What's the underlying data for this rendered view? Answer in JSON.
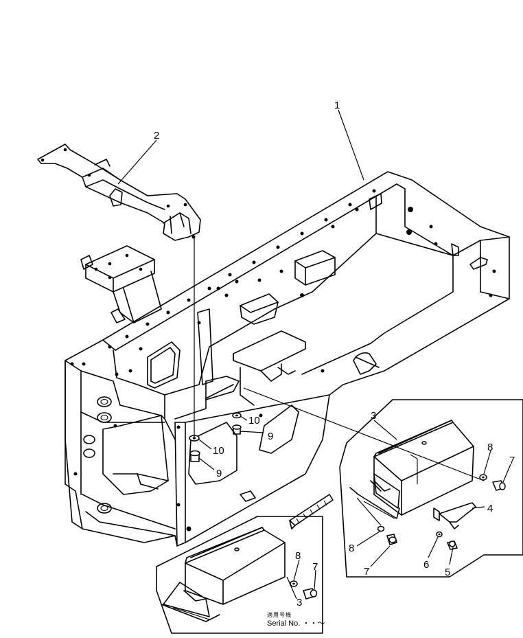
{
  "callouts": {
    "c1": "1",
    "c2": "2",
    "c3a": "3",
    "c3b": "3",
    "c4": "4",
    "c5": "5",
    "c6": "6",
    "c7a": "7",
    "c7b": "7",
    "c7c": "7",
    "c8a": "8",
    "c8b": "8",
    "c8c": "8",
    "c9a": "9",
    "c9b": "9",
    "c10a": "10",
    "c10b": "10"
  },
  "serial": {
    "japanese": "適用号機",
    "label": "Serial No.",
    "value": "・・～"
  }
}
